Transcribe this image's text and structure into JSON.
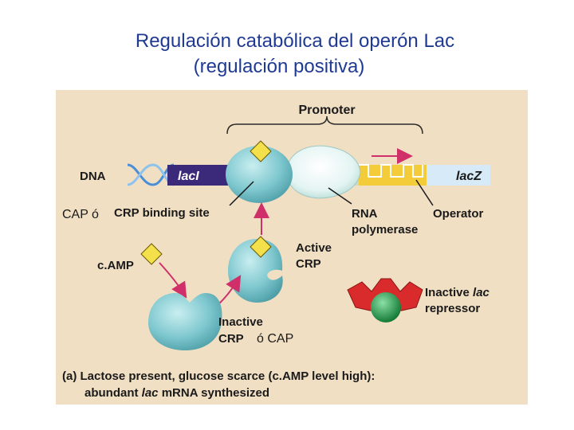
{
  "slide": {
    "title_line1": "Regulación catabólica del operón Lac",
    "title_line2": "(regulación positiva)"
  },
  "figure": {
    "promoter_label": "Promoter",
    "dna_label": "DNA",
    "laci_label": "lacI",
    "lacz_label": "lacZ",
    "cap_prefix": "CAP ó",
    "crp_binding_site": "CRP binding site",
    "rna_polymerase_line1": "RNA",
    "rna_polymerase_line2": "polymerase",
    "operator_label": "Operator",
    "camp_label": "c.AMP",
    "active_crp_line1": "Active",
    "active_crp_line2": "CRP",
    "inactive_crp_line1": "Inactive",
    "inactive_crp_line2": "CRP",
    "inactive_crp_suffix": "ó CAP",
    "inactive_lac_repressor_line1_a": "Inactive ",
    "inactive_lac_repressor_line1_b": "lac",
    "inactive_lac_repressor_line2": "repressor",
    "caption_line1": "(a) Lactose present, glucose scarce (c.AMP level high):",
    "caption_line2_a": "abundant ",
    "caption_line2_b": "lac",
    "caption_line2_c": " mRNA synthesized",
    "colors": {
      "background": "#f1dfc4",
      "crp": "#7fc8cf",
      "camp": "#f4e04a",
      "laci": "#3b2a7a",
      "lacz": "#d6ebf7",
      "operator": "#f4cc3a",
      "repressor": "#d92b2b",
      "inducer": "#1f9a48",
      "arrow": "#d0306a"
    }
  }
}
